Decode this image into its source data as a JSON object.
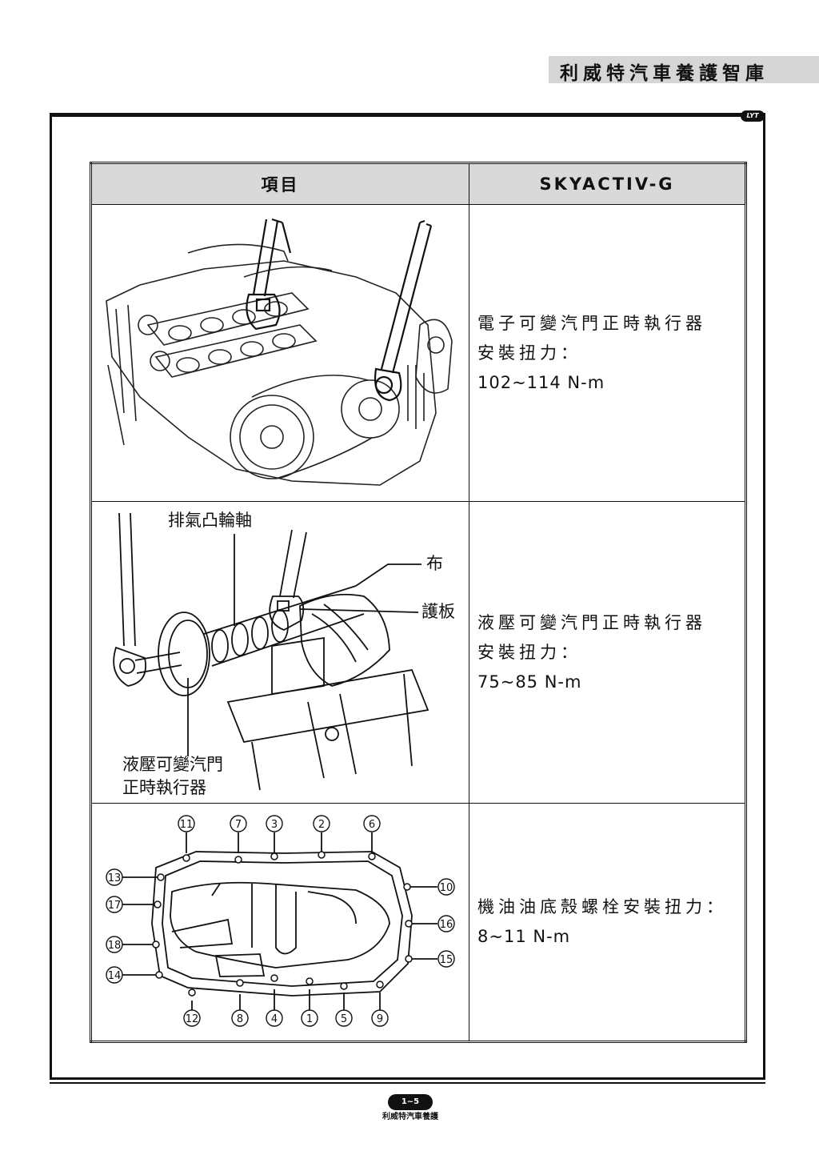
{
  "header": {
    "title": "利威特汽車養護智庫",
    "badge": "LYT"
  },
  "table": {
    "headers": {
      "item": "項目",
      "engine": "SKYACTIV-G"
    },
    "rows": [
      {
        "spec_lines": [
          "電子可變汽門正時執行器",
          "安裝扭力："
        ],
        "torque": "102~114 N-m"
      },
      {
        "spec_lines": [
          "液壓可變汽門正時執行器",
          "安裝扭力："
        ],
        "torque": "75~85 N-m",
        "figure_labels": {
          "camshaft": "排氣凸輪軸",
          "cloth": "布",
          "plate": "護板",
          "actuator_line1": "液壓可變汽門",
          "actuator_line2": "正時執行器"
        }
      },
      {
        "spec_lines": [
          "機油油底殼螺栓安裝扭力："
        ],
        "torque": "8~11 N-m",
        "bolt_numbers": {
          "top": [
            "11",
            "7",
            "3",
            "2",
            "6"
          ],
          "bottom": [
            "12",
            "8",
            "4",
            "1",
            "5",
            "9"
          ],
          "left": [
            "13",
            "17",
            "18",
            "14"
          ],
          "right": [
            "10",
            "16",
            "15"
          ]
        }
      }
    ]
  },
  "footer": {
    "page": "1~5",
    "brand": "利威特汽車養護"
  }
}
